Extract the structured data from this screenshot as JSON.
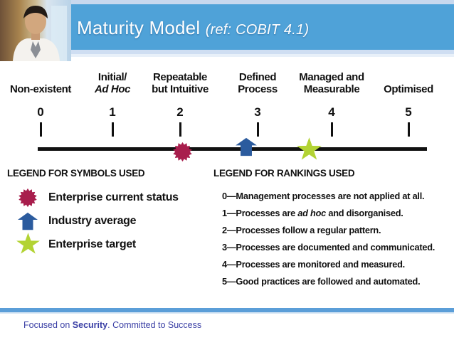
{
  "header": {
    "title": "Maturity Model",
    "ref": "(ref: COBIT 4.1)"
  },
  "colors": {
    "header_blue": "#4fa2d8",
    "current_status": "#a81e4d",
    "industry_average": "#2b5b9e",
    "enterprise_target": "#b3d334",
    "footer_bar": "#5b9ed8",
    "footer_text": "#3a3fa5"
  },
  "scale": {
    "levels": [
      {
        "num": "0",
        "line1": "",
        "line2": "Non-existent"
      },
      {
        "num": "1",
        "line1": "Initial/",
        "line2": "Ad Hoc"
      },
      {
        "num": "2",
        "line1": "Repeatable",
        "line2": "but Intuitive"
      },
      {
        "num": "3",
        "line1": "Defined",
        "line2": "Process"
      },
      {
        "num": "4",
        "line1": "Managed and",
        "line2": "Measurable"
      },
      {
        "num": "5",
        "line1": "",
        "line2": "Optimised"
      }
    ],
    "markers": [
      {
        "name": "enterprise-current-status",
        "icon": "starburst-icon",
        "value": 2.0
      },
      {
        "name": "industry-average",
        "icon": "arrow-up-icon",
        "value": 2.9
      },
      {
        "name": "enterprise-target",
        "icon": "star-icon",
        "value": 3.6
      }
    ]
  },
  "legend_symbols": {
    "title": "LEGEND FOR SYMBOLS USED",
    "items": [
      {
        "icon": "starburst-icon",
        "label": "Enterprise current status"
      },
      {
        "icon": "arrow-up-icon",
        "label": "Industry average"
      },
      {
        "icon": "star-icon",
        "label": "Enterprise target"
      }
    ]
  },
  "legend_rankings": {
    "title": "LEGEND FOR RANKINGS USED",
    "items": [
      {
        "pre": "0—Management processes are not applied at all.",
        "italic": "",
        "post": ""
      },
      {
        "pre": "1—Processes are ",
        "italic": "ad hoc",
        "post": " and disorganised."
      },
      {
        "pre": "2—Processes follow a regular pattern.",
        "italic": "",
        "post": ""
      },
      {
        "pre": "3—Processes are documented and communicated.",
        "italic": "",
        "post": ""
      },
      {
        "pre": "4—Processes are monitored and measured.",
        "italic": "",
        "post": ""
      },
      {
        "pre": "5—Good practices are followed and automated.",
        "italic": "",
        "post": ""
      }
    ]
  },
  "footer": {
    "pre": "Focused on ",
    "bold": "Security",
    "post": ". Committed to Success"
  }
}
